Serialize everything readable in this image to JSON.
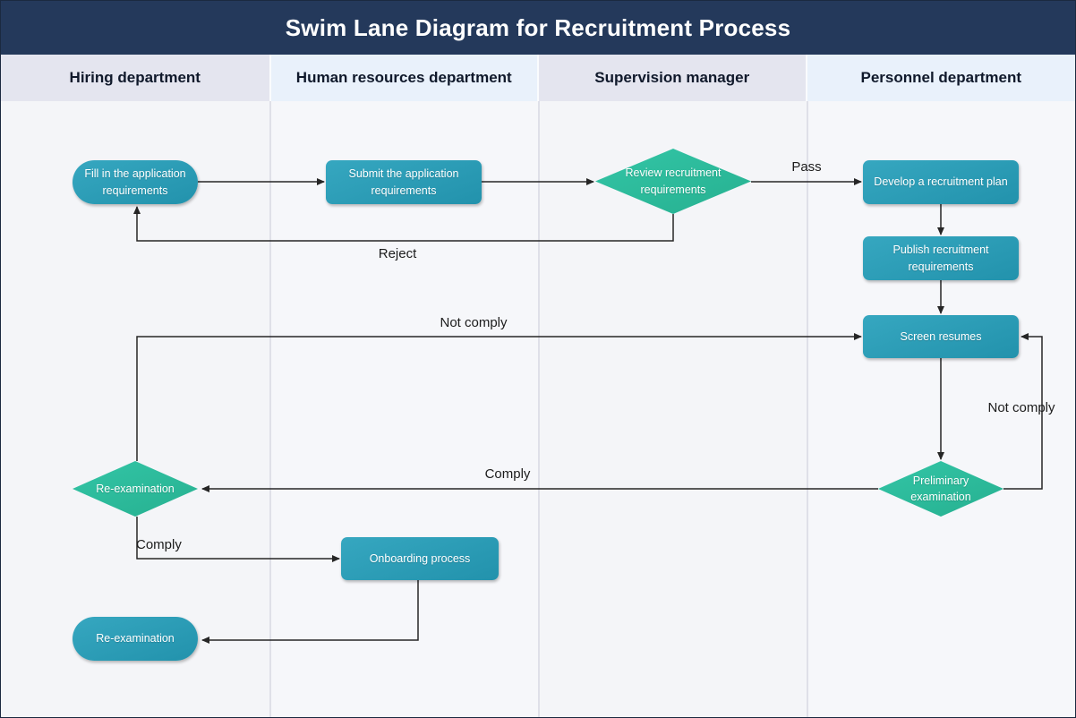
{
  "title": "Swim Lane Diagram for Recruitment Process",
  "lanes": [
    {
      "label": "Hiring department"
    },
    {
      "label": "Human resources department"
    },
    {
      "label": "Supervision manager"
    },
    {
      "label": "Personnel department"
    }
  ],
  "nodes": [
    {
      "label": "Fill in the application requirements",
      "type": "terminator",
      "lane": "Hiring department"
    },
    {
      "label": "Submit the application requirements",
      "type": "process",
      "lane": "Human resources department"
    },
    {
      "label": "Review recruitment requirements",
      "type": "decision",
      "lane": "Supervision manager"
    },
    {
      "label": "Develop a recruitment plan",
      "type": "process",
      "lane": "Personnel department"
    },
    {
      "label": "Publish recruitment requirements",
      "type": "process",
      "lane": "Personnel department"
    },
    {
      "label": "Screen resumes",
      "type": "process",
      "lane": "Personnel department"
    },
    {
      "label": "Preliminary examination",
      "type": "decision",
      "lane": "Personnel department"
    },
    {
      "label": "Re-examination",
      "type": "decision",
      "lane": "Hiring department"
    },
    {
      "label": "Onboarding process",
      "type": "process",
      "lane": "Human resources department"
    },
    {
      "label": "Re-examination",
      "type": "terminator",
      "lane": "Hiring department"
    }
  ],
  "edge_labels": {
    "pass": "Pass",
    "reject": "Reject",
    "not_comply_left": "Not comply",
    "comply_main": "Comply",
    "comply_bottom": "Comply",
    "not_comply_right": "Not comply"
  },
  "edges": [
    {
      "from": "Fill in the application requirements",
      "to": "Submit the application requirements",
      "label": ""
    },
    {
      "from": "Submit the application requirements",
      "to": "Review recruitment requirements",
      "label": ""
    },
    {
      "from": "Review recruitment requirements",
      "to": "Develop a recruitment plan",
      "label": "Pass"
    },
    {
      "from": "Review recruitment requirements",
      "to": "Fill in the application requirements",
      "label": "Reject"
    },
    {
      "from": "Develop a recruitment plan",
      "to": "Publish recruitment requirements",
      "label": ""
    },
    {
      "from": "Publish recruitment requirements",
      "to": "Screen resumes",
      "label": ""
    },
    {
      "from": "Screen resumes",
      "to": "Preliminary examination",
      "label": ""
    },
    {
      "from": "Re-examination",
      "to": "Screen resumes",
      "label": "Not comply"
    },
    {
      "from": "Preliminary examination",
      "to": "Screen resumes",
      "label": "Not comply"
    },
    {
      "from": "Preliminary examination",
      "to": "Re-examination",
      "label": "Comply"
    },
    {
      "from": "Re-examination",
      "to": "Onboarding process",
      "label": "Comply"
    },
    {
      "from": "Onboarding process",
      "to": "Re-examination",
      "label": ""
    }
  ],
  "colors": {
    "title_bar": "#24395B",
    "header_fill_a": "#E4E5EF",
    "header_fill_b": "#E9F1FB",
    "process_fill": "#2B9CB5",
    "decision_fill": "#2CBD9E",
    "connector": "#262626",
    "lane_body": "#F5F6F8"
  }
}
